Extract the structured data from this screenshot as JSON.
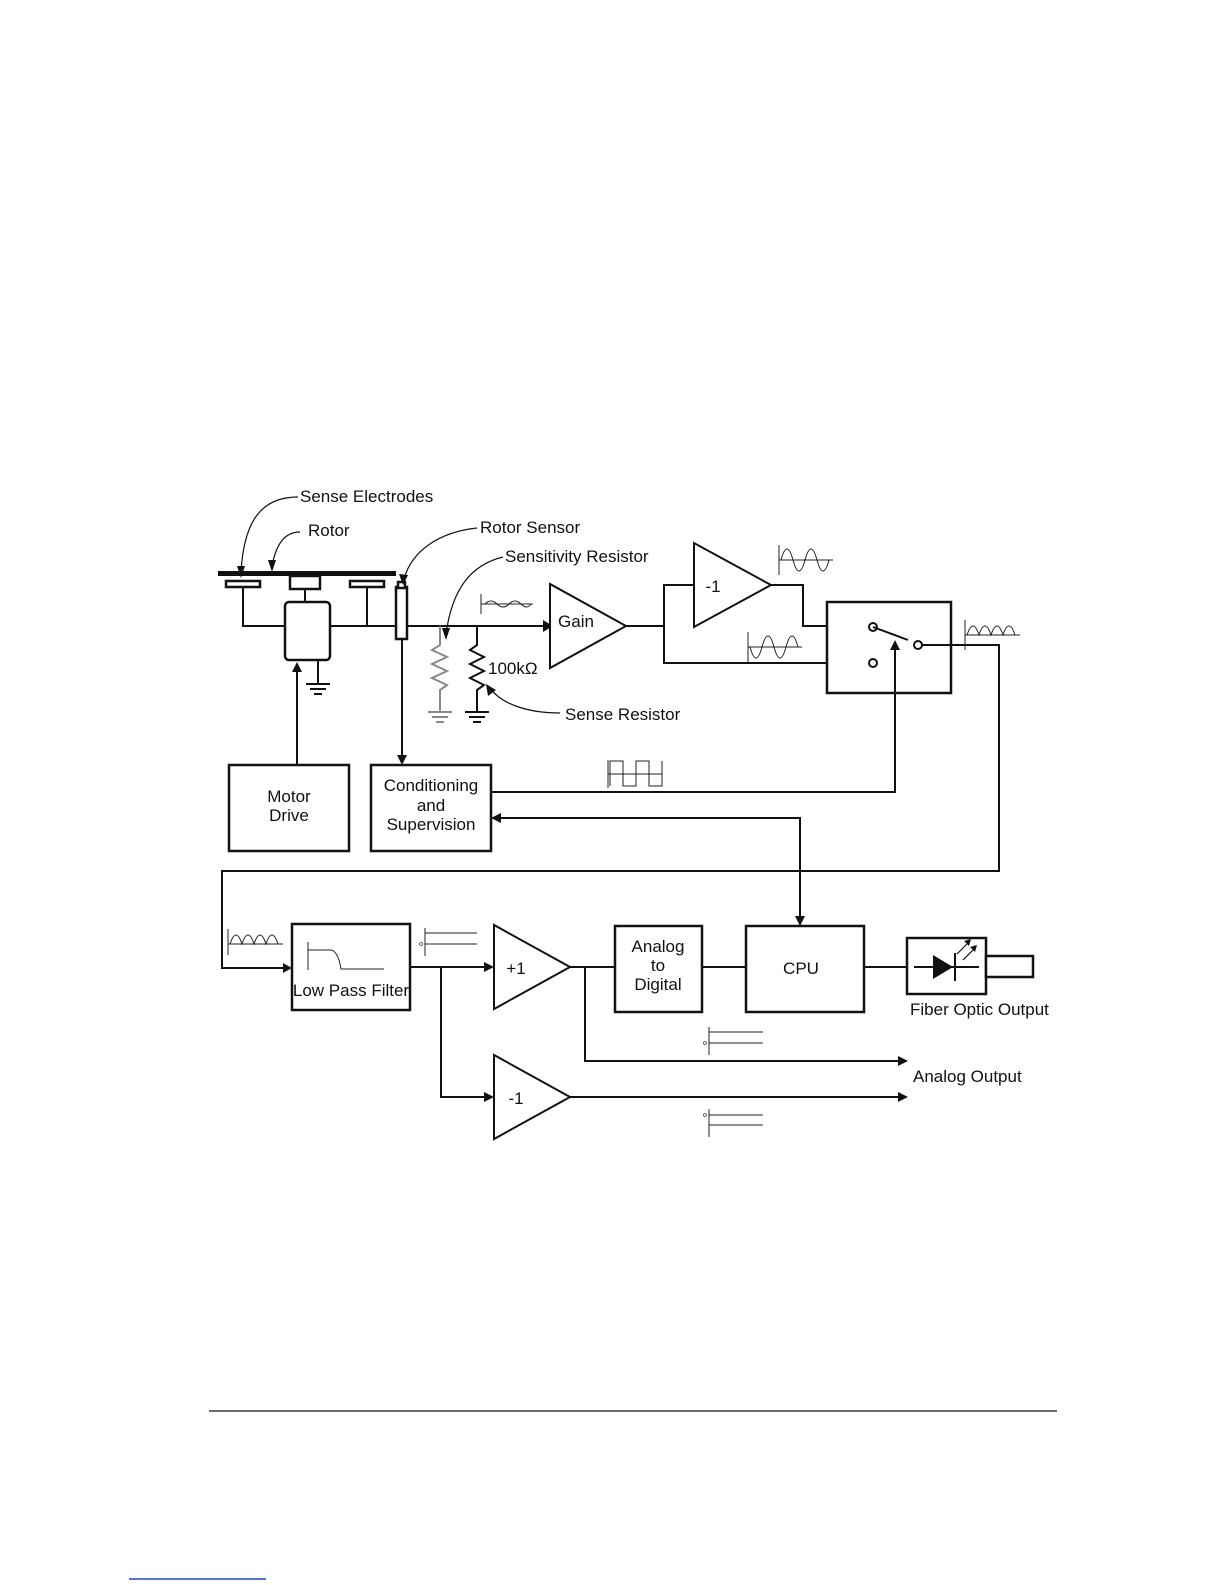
{
  "labels": {
    "sense_electrodes": "Sense Electrodes",
    "rotor": "Rotor",
    "rotor_sensor": "Rotor Sensor",
    "sensitivity_resistor": "Sensitivity Resistor",
    "sense_resistor_value": "100kΩ",
    "sense_resistor": "Sense Resistor",
    "fiber_optic_output": "Fiber Optic Output",
    "analog_output": "Analog Output"
  },
  "blocks": {
    "gain": "Gain",
    "inverter_top": "-1",
    "motor_drive": [
      "Motor",
      "Drive"
    ],
    "conditioning": [
      "Conditioning",
      "and",
      "Supervision"
    ],
    "low_pass_filter": "Low Pass Filter",
    "buffer": "+1",
    "adc": [
      "Analog",
      "to",
      "Digital"
    ],
    "cpu": "CPU",
    "inverter_bottom": "-1"
  },
  "colors": {
    "line": "#111111",
    "sensitivity_resistor": "#888888"
  }
}
